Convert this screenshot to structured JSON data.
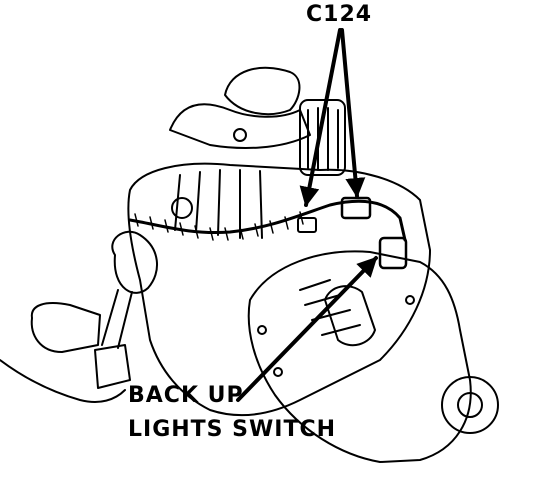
{
  "labels": {
    "connector": "C124",
    "switch_line1": "BACK UP",
    "switch_line2": "LIGHTS SWITCH"
  },
  "colors": {
    "ink": "#000000",
    "paper": "#ffffff"
  }
}
